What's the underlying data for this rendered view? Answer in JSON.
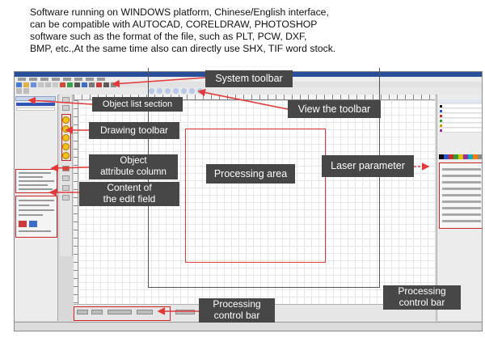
{
  "intro": {
    "line1": "Software running on WINDOWS platform, Chinese/English interface,",
    "line2": "can be compatible with AUTOCAD, CORELDRAW, PHOTOSHOP",
    "line3": "software such as the format of the file, such as PLT, PCW, DXF,",
    "line4": "BMP, etc.,At the same time also can directly use SHX, TIF word stock."
  },
  "labels": {
    "system_toolbar": "System toolbar",
    "object_list_section": "Object list section",
    "view_the_toolbar": "View the toolbar",
    "drawing_toolbar": "Drawing toolbar",
    "object_attribute_line1": "Object",
    "object_attribute_line2": "attribute column",
    "processing_area": "Processing area",
    "laser_parameter": "Laser parameter",
    "edit_field_line1": "Content of",
    "edit_field_line2": "the edit field",
    "processing_control_bar_bottom_line1": "Processing",
    "processing_control_bar_bottom_line2": "control bar",
    "processing_control_bar_right_line1": "Processing",
    "processing_control_bar_right_line2": "control bar"
  },
  "colors": {
    "label_bg": "#474747",
    "arrow_red": "#e23a3a",
    "title_blue": "#2a4f9a",
    "tool_yellow": "#f2c21a"
  },
  "icons": {
    "zoom_tools": "magnifier-icon",
    "draw_tools": "yellow-circle-tool-icon"
  }
}
